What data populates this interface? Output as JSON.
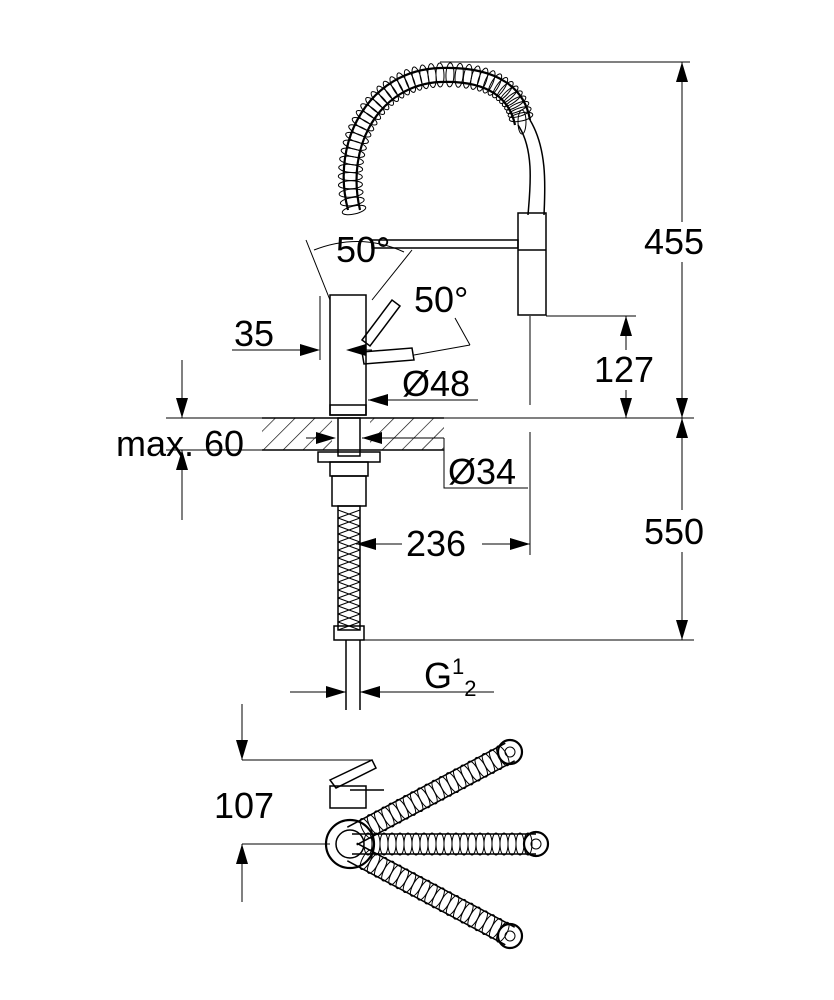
{
  "dimensions": {
    "height_total": "455",
    "height_spout": "127",
    "height_below": "550",
    "swivel_angle_top": "50°",
    "swivel_angle_lever": "50°",
    "offset_35": "35",
    "diameter_body": "Ø48",
    "max_deck": "max. 60",
    "diameter_hole": "Ø34",
    "reach": "236",
    "connection": "G",
    "connection_sup": "1",
    "connection_sub": "2",
    "plan_offset": "107"
  },
  "colors": {
    "ink": "#000000",
    "background": "#ffffff"
  }
}
